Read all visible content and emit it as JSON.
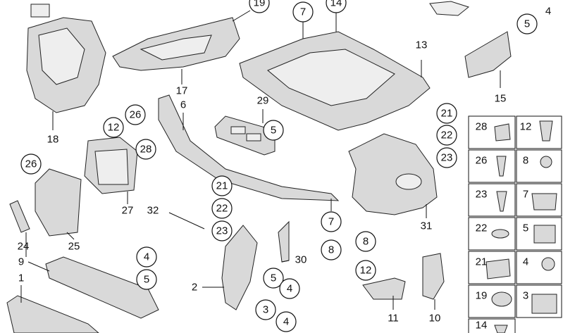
{
  "parts": [
    {
      "id": "p1",
      "number": "1"
    },
    {
      "id": "p2",
      "number": "2"
    },
    {
      "id": "p3",
      "number": "3"
    },
    {
      "id": "p4",
      "number": "4"
    },
    {
      "id": "p5",
      "number": "5"
    },
    {
      "id": "p6",
      "number": "6"
    },
    {
      "id": "p7",
      "number": "7"
    },
    {
      "id": "p8",
      "number": "8"
    },
    {
      "id": "p9",
      "number": "9"
    },
    {
      "id": "p10",
      "number": "10"
    },
    {
      "id": "p11",
      "number": "11"
    },
    {
      "id": "p12",
      "number": "12"
    },
    {
      "id": "p13",
      "number": "13"
    },
    {
      "id": "p14",
      "number": "14"
    },
    {
      "id": "p15",
      "number": "15"
    },
    {
      "id": "p17",
      "number": "17"
    },
    {
      "id": "p18",
      "number": "18"
    },
    {
      "id": "p19",
      "number": "19"
    },
    {
      "id": "p21",
      "number": "21"
    },
    {
      "id": "p22",
      "number": "22"
    },
    {
      "id": "p23",
      "number": "23"
    },
    {
      "id": "p24",
      "number": "24"
    },
    {
      "id": "p25",
      "number": "25"
    },
    {
      "id": "p26",
      "number": "26"
    },
    {
      "id": "p27",
      "number": "27"
    },
    {
      "id": "p28",
      "number": "28"
    },
    {
      "id": "p29",
      "number": "29"
    },
    {
      "id": "p30",
      "number": "30"
    },
    {
      "id": "p31",
      "number": "31"
    },
    {
      "id": "p32",
      "number": "32"
    }
  ],
  "fastener_legend": [
    {
      "number": "28"
    },
    {
      "number": "12"
    },
    {
      "number": "26"
    },
    {
      "number": "8"
    },
    {
      "number": "23"
    },
    {
      "number": "7"
    },
    {
      "number": "22"
    },
    {
      "number": "5"
    },
    {
      "number": "21"
    },
    {
      "number": "4"
    },
    {
      "number": "19"
    },
    {
      "number": "3"
    },
    {
      "number": "14"
    }
  ]
}
